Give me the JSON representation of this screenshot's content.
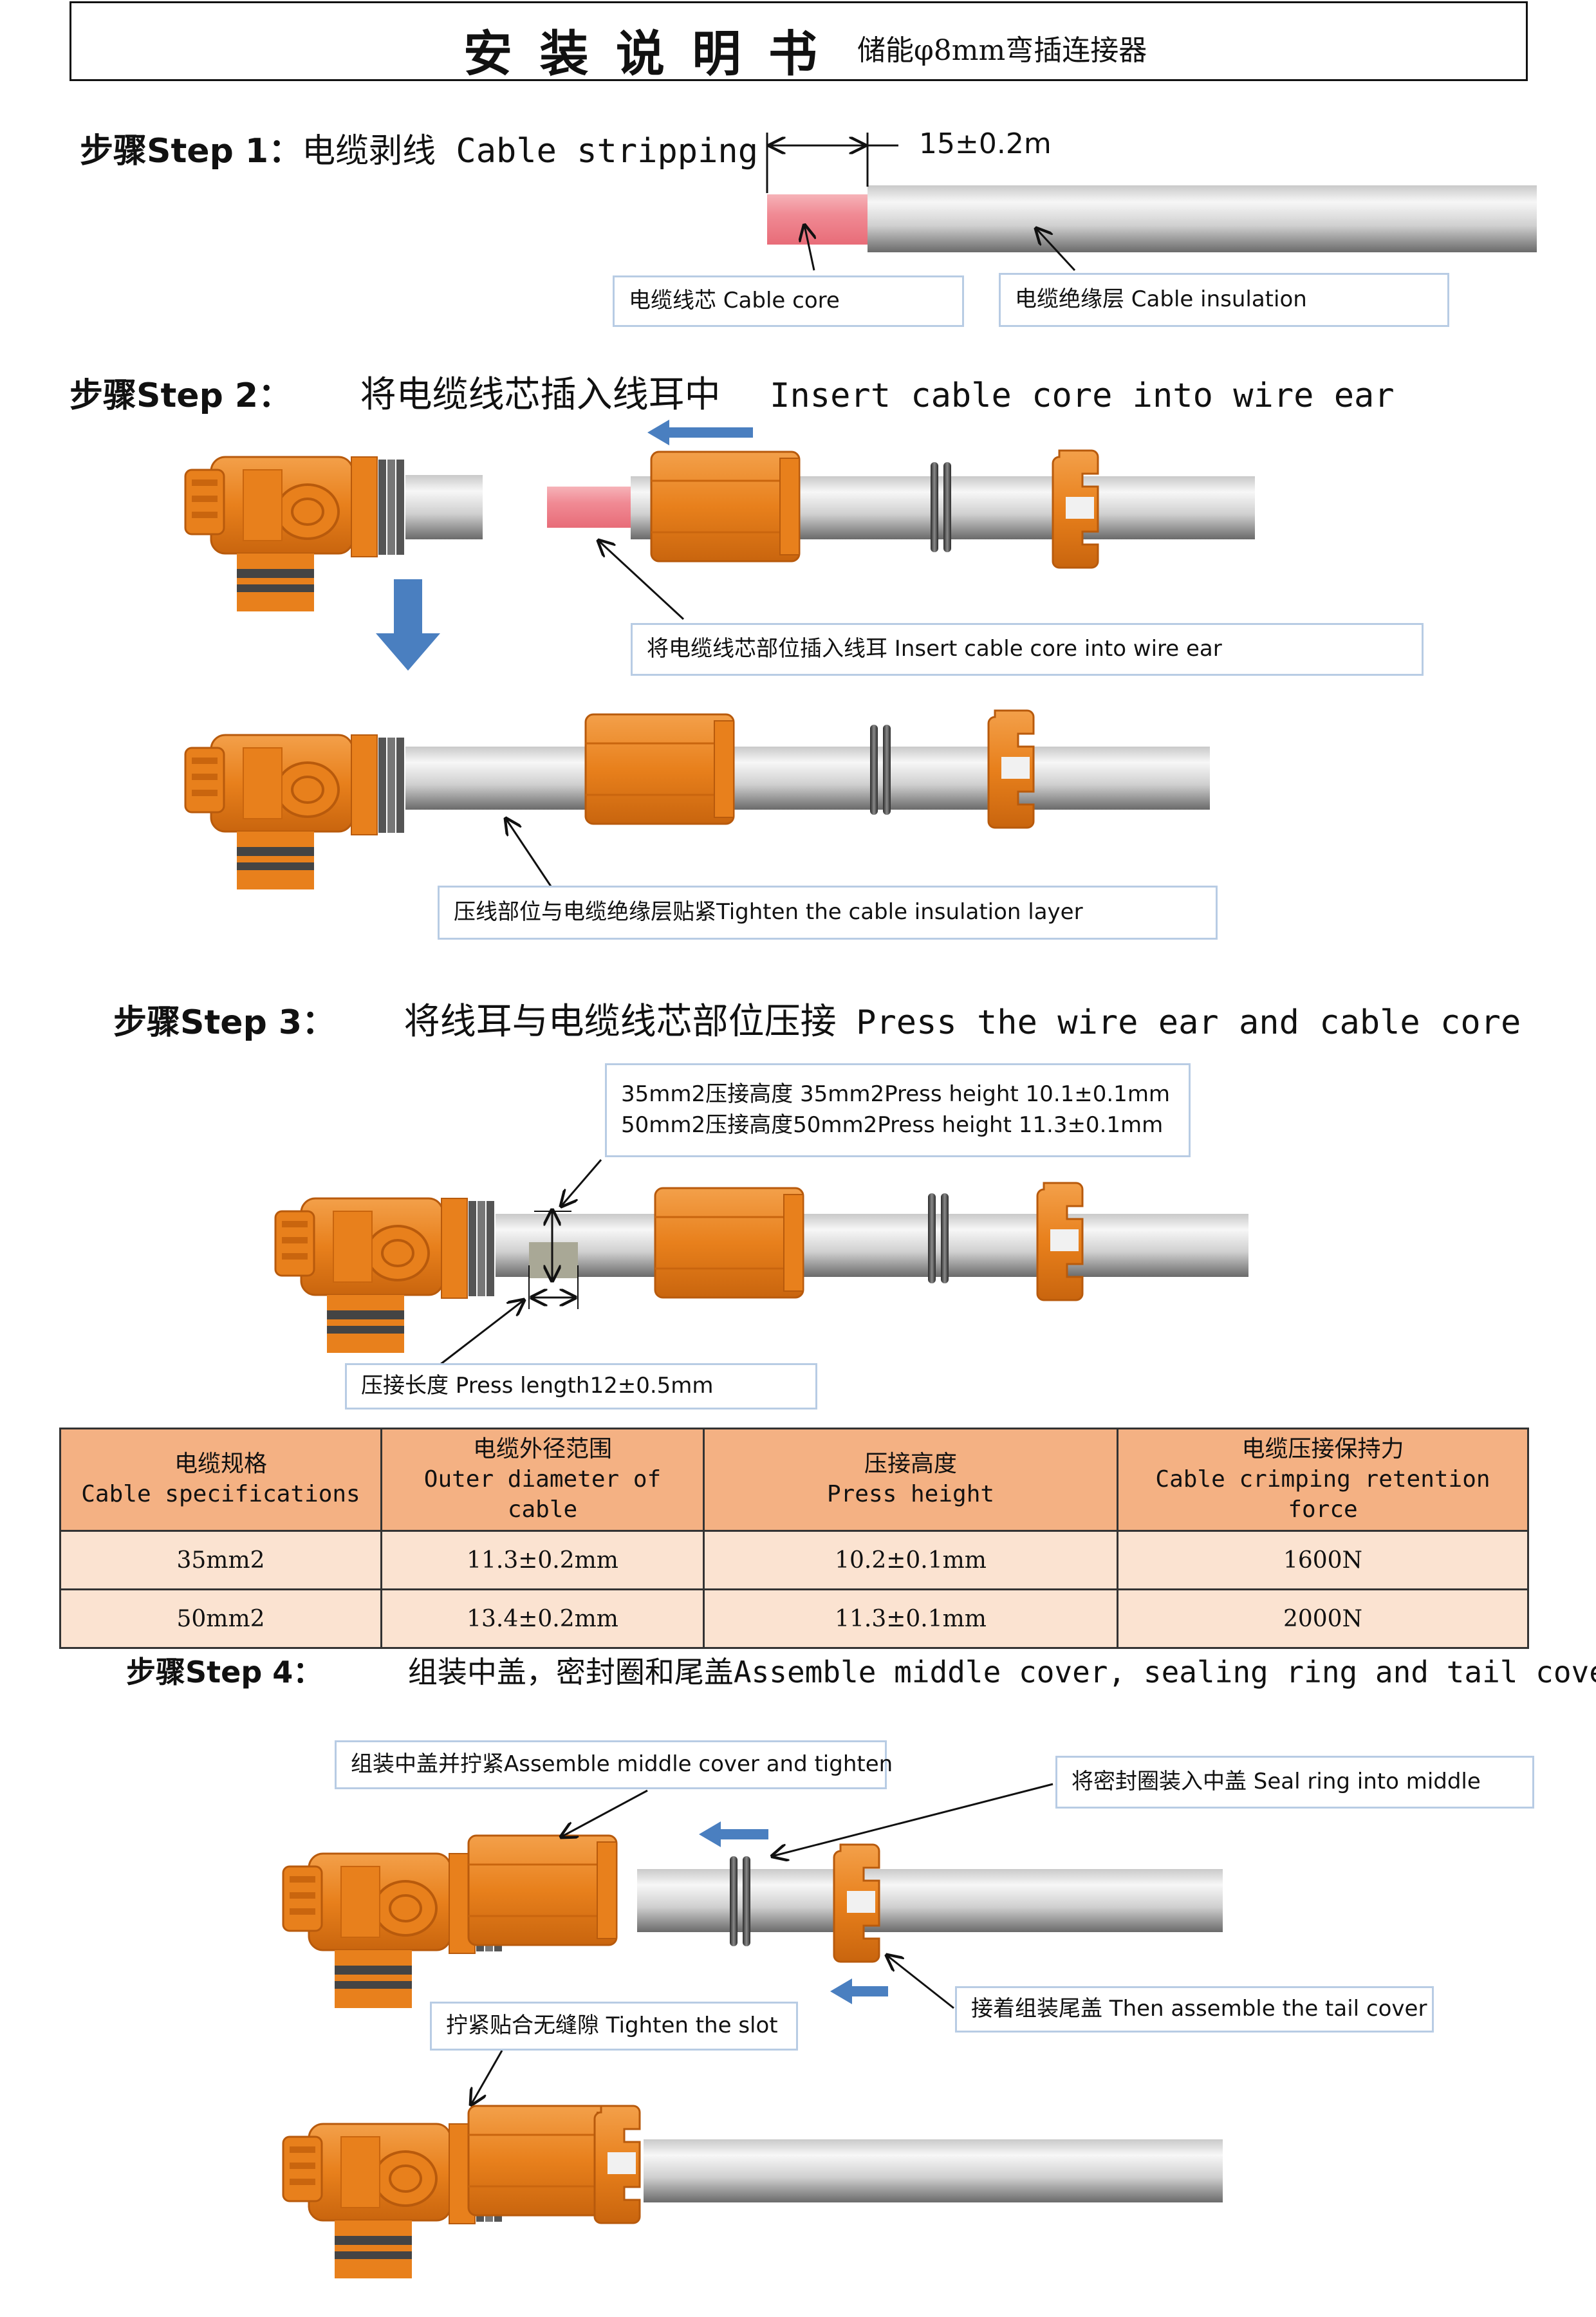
{
  "header": {
    "title": "安 装 说 明 书",
    "subtitle": "储能φ8mm弯插连接器"
  },
  "step1": {
    "label": "步骤Step 1：",
    "text": "电缆剥线 Cable stripping",
    "dimension": "15±0.2m",
    "callout_core": "电缆线芯 Cable core",
    "callout_insulation": "电缆绝缘层   Cable insulation"
  },
  "step2": {
    "label": "步骤Step 2：",
    "text_zh": "将电缆线芯插入线耳中",
    "text_en": "Insert cable core into wire ear",
    "callout_insert": "将电缆线芯部位插入线耳 Insert cable core into wire ear",
    "callout_tighten": "压线部位与电缆绝缘层贴紧Tighten the cable insulation layer"
  },
  "step3": {
    "label": "步骤Step 3：",
    "text_zh": "将线耳与电缆线芯部位压接",
    "text_en": "Press the wire ear and cable core",
    "callout_height_1": "35mm2压接高度 35mm2Press height  10.1±0.1mm",
    "callout_height_2": "50mm2压接高度50mm2Press height  11.3±0.1mm",
    "callout_length": "压接长度 Press length12±0.5mm"
  },
  "spec_table": {
    "headers": [
      {
        "zh": "电缆规格",
        "en": "Cable specifications"
      },
      {
        "zh": "电缆外径范围",
        "en": "Outer diameter of cable"
      },
      {
        "zh": "压接高度",
        "en": "Press height"
      },
      {
        "zh": "电缆压接保持力",
        "en": "Cable crimping retention force"
      }
    ],
    "rows": [
      [
        "35mm2",
        "11.3±0.2mm",
        "10.2±0.1mm",
        "1600N"
      ],
      [
        "50mm2",
        "13.4±0.2mm",
        "11.3±0.1mm",
        "2000N"
      ]
    ]
  },
  "step4": {
    "label": "步骤Step 4：",
    "text": "组装中盖，密封圈和尾盖Assemble middle cover, sealing ring and tail cover",
    "callout_middle": "组装中盖并拧紧Assemble middle cover and tighten",
    "callout_seal": "将密封圈装入中盖 Seal ring into middle",
    "callout_tail": "接着组装尾盖  Then assemble the tail cover",
    "callout_slot": "拧紧贴合无缝隙 Tighten the slot"
  },
  "colors": {
    "connector_orange": "#e8801c",
    "table_header": "#f4b183",
    "table_cell": "#fbe3d1",
    "callout_border": "#b8cce4",
    "arrow_blue": "#4a7fc0",
    "core_pink": "#f08a94"
  }
}
